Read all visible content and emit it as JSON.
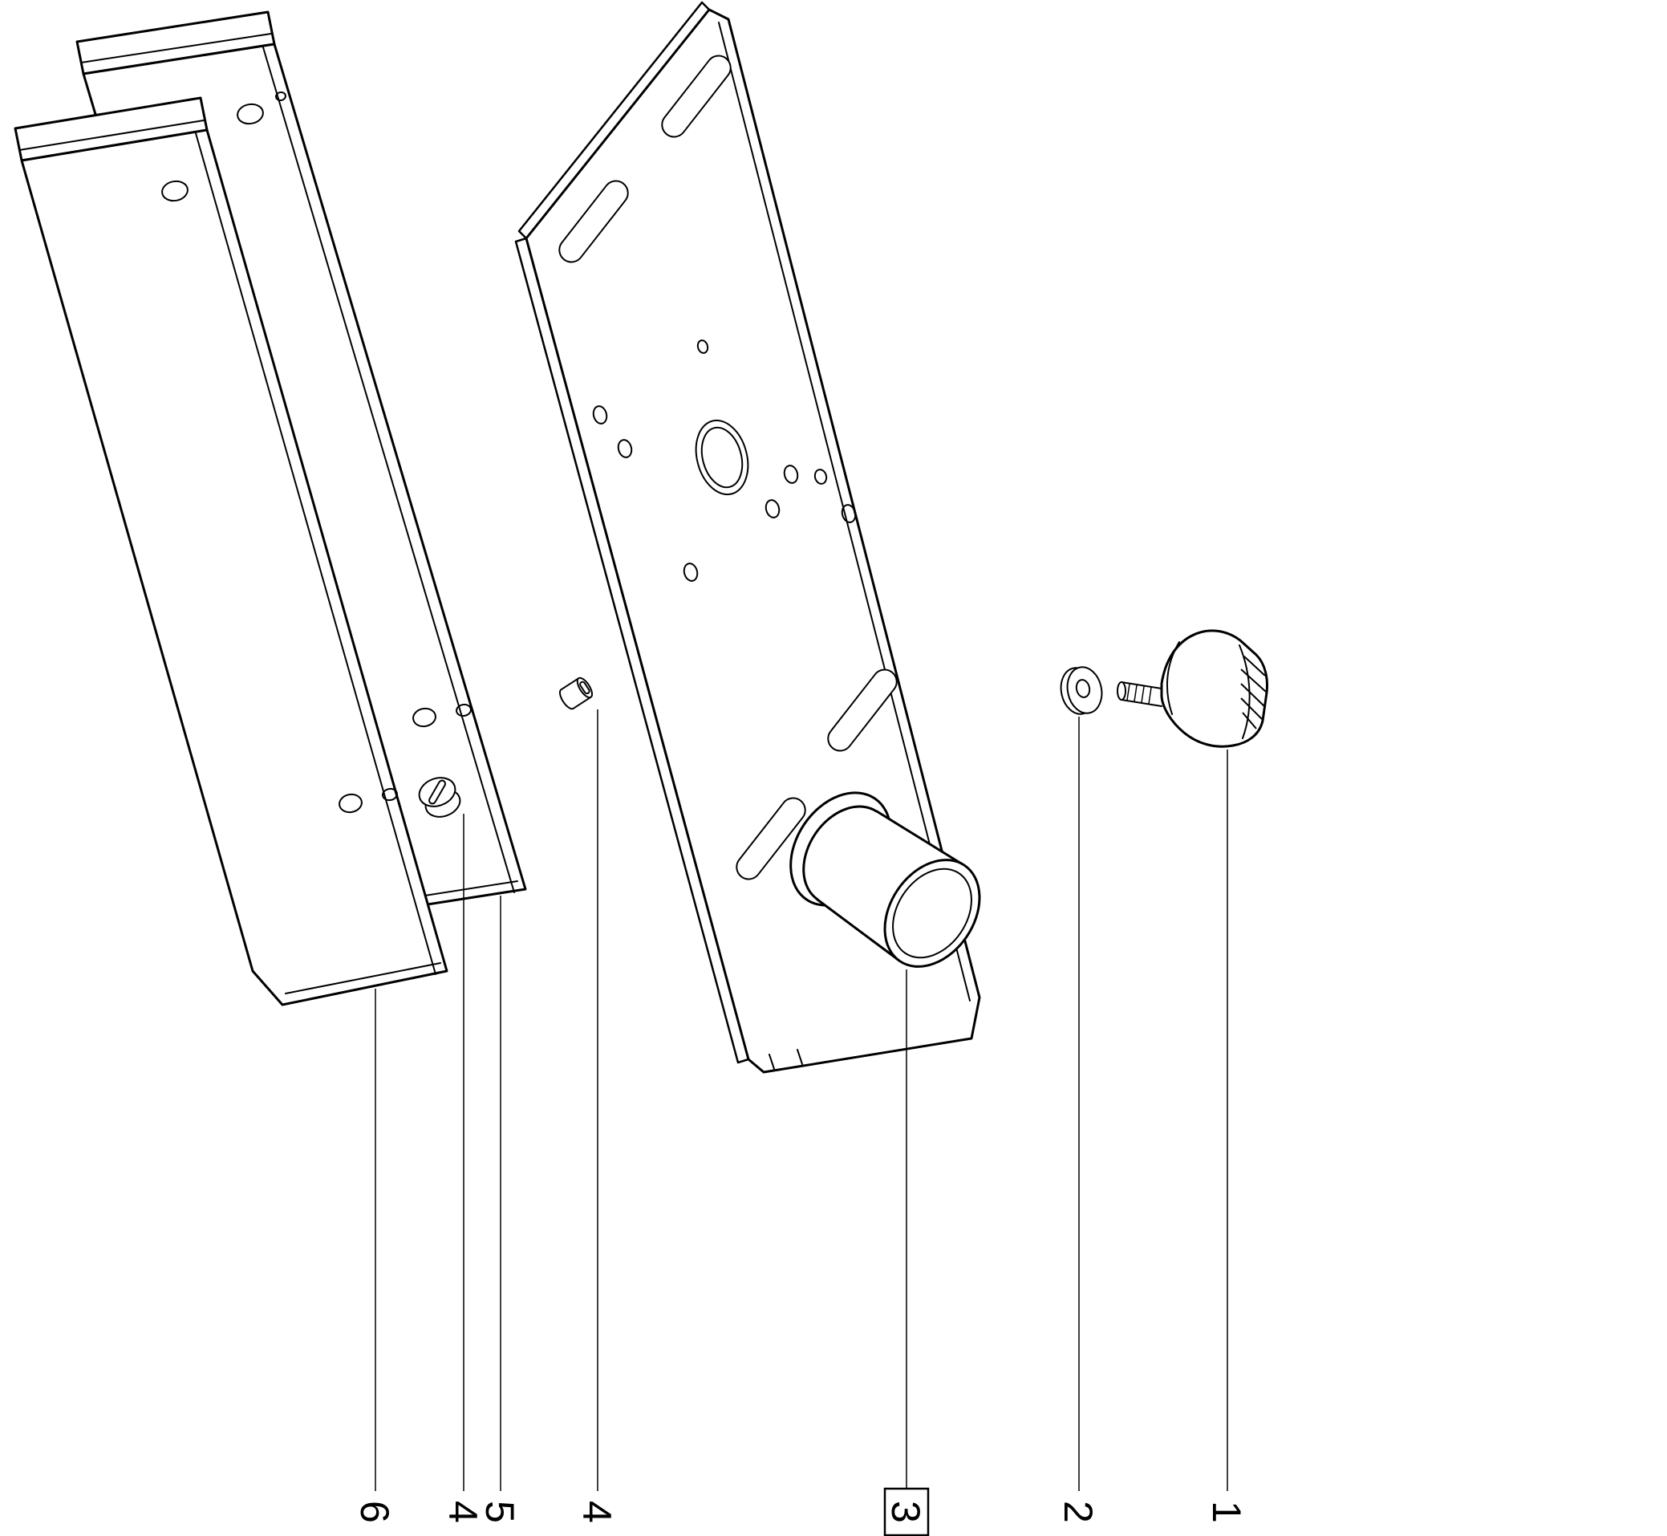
{
  "diagram": {
    "background_color": "#ffffff",
    "line_color": "#000000",
    "callouts": [
      {
        "label": "6",
        "boxed": false
      },
      {
        "label": "4",
        "boxed": false
      },
      {
        "label": "5",
        "boxed": false
      },
      {
        "label": "4",
        "boxed": false
      },
      {
        "label": "3",
        "boxed": true
      },
      {
        "label": "2",
        "boxed": false
      },
      {
        "label": "1",
        "boxed": false
      }
    ]
  }
}
